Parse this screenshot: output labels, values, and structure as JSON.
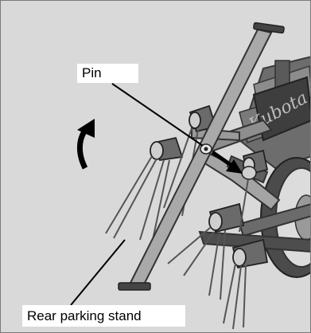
{
  "figure": {
    "callouts": {
      "pin": "Pin",
      "rear_parking_stand": "Rear parking stand"
    },
    "logo_text": "Kubota",
    "colors": {
      "background": "#d9d9d9",
      "frame_border": "#7a7a7a",
      "label_background": "#ffffff",
      "arrow": "#000000"
    },
    "icons": [
      "curved-rotation-arrow-icon",
      "direction-arrow-icon"
    ]
  }
}
